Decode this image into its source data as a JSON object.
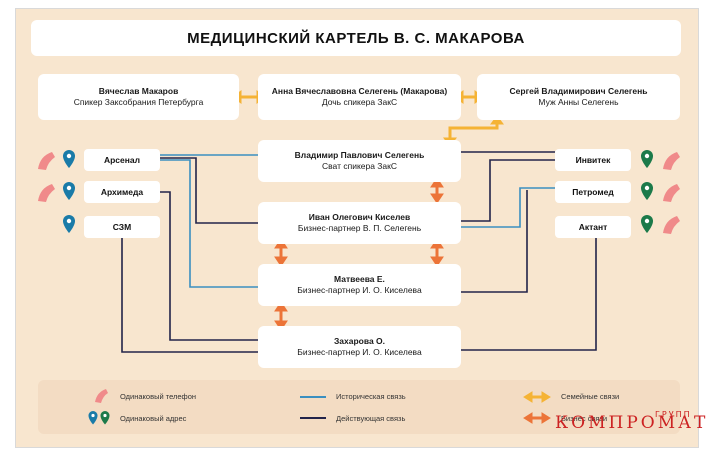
{
  "title": "МЕДИЦИНСКИЙ КАРТЕЛЬ В. С. МАКАРОВА",
  "persons": {
    "makarov": {
      "name": "Вячеслав Макаров",
      "role": "Спикер Заксобрания Петербурга"
    },
    "anna": {
      "name": "Анна Вячеславовна Селегень (Макарова)",
      "role": "Дочь спикера ЗакС"
    },
    "sergey": {
      "name": "Сергей Владимирович Селегень",
      "role": "Муж Анны Селегень"
    },
    "vladimir": {
      "name": "Владимир Павлович Селегень",
      "role": "Сват спикера ЗакС"
    },
    "ivan": {
      "name": "Иван Олегович Киселев",
      "role": "Бизнес-партнер В. П. Селегень"
    },
    "matveeva": {
      "name": "Матвеева Е.",
      "role": "Бизнес-партнер И. О. Киселева"
    },
    "zakharova": {
      "name": "Захарова О.",
      "role": "Бизнес-партнер И. О. Киселева"
    }
  },
  "companies": {
    "arsenal": "Арсенал",
    "arkhimeda": "Архимеда",
    "szm": "СЗМ",
    "invitek": "Инвитек",
    "petromed": "Петромед",
    "aktant": "Актант"
  },
  "legend": {
    "same_phone": "Одинаковый телефон",
    "same_address": "Одинаковый адрес",
    "historical": "Историческая связь",
    "current": "Действующая связь",
    "family": "Семейные связи",
    "business": "Бизнес связи"
  },
  "colors": {
    "background": "#f8e6cf",
    "historical": "#3a8fc0",
    "current": "#22244a",
    "family": "#f5b335",
    "business": "#ec7438",
    "phone": "#f08a8a",
    "pin_blue": "#1a7ba8",
    "pin_green": "#1c7a4a"
  },
  "watermark": {
    "main": "КОМПРОМАТ",
    "small": "ГРУПП"
  }
}
